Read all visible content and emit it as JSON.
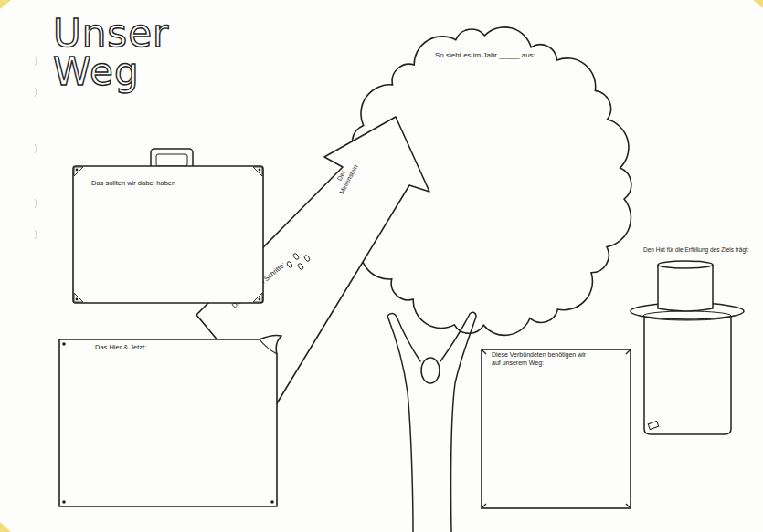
{
  "diagram": {
    "title": "Unser Weg",
    "nodes": [
      {
        "text": [
          "So sieht es im Jahr _____ aus:"
        ]
      },
      {
        "text": [
          "Der Meilenstein",
          "Die nächsten Schritte:"
        ]
      },
      {
        "text": [
          "Das sollten wir dabei haben"
        ]
      },
      {
        "text": [
          "Den Hut für die Erfüllung des Ziels trägt:"
        ]
      },
      {
        "text": [
          "Das Hier & Jetzt:"
        ]
      },
      {
        "text": [
          "Diese Verbündeten benötigen wir auf unserem Weg:"
        ]
      }
    ]
  }
}
